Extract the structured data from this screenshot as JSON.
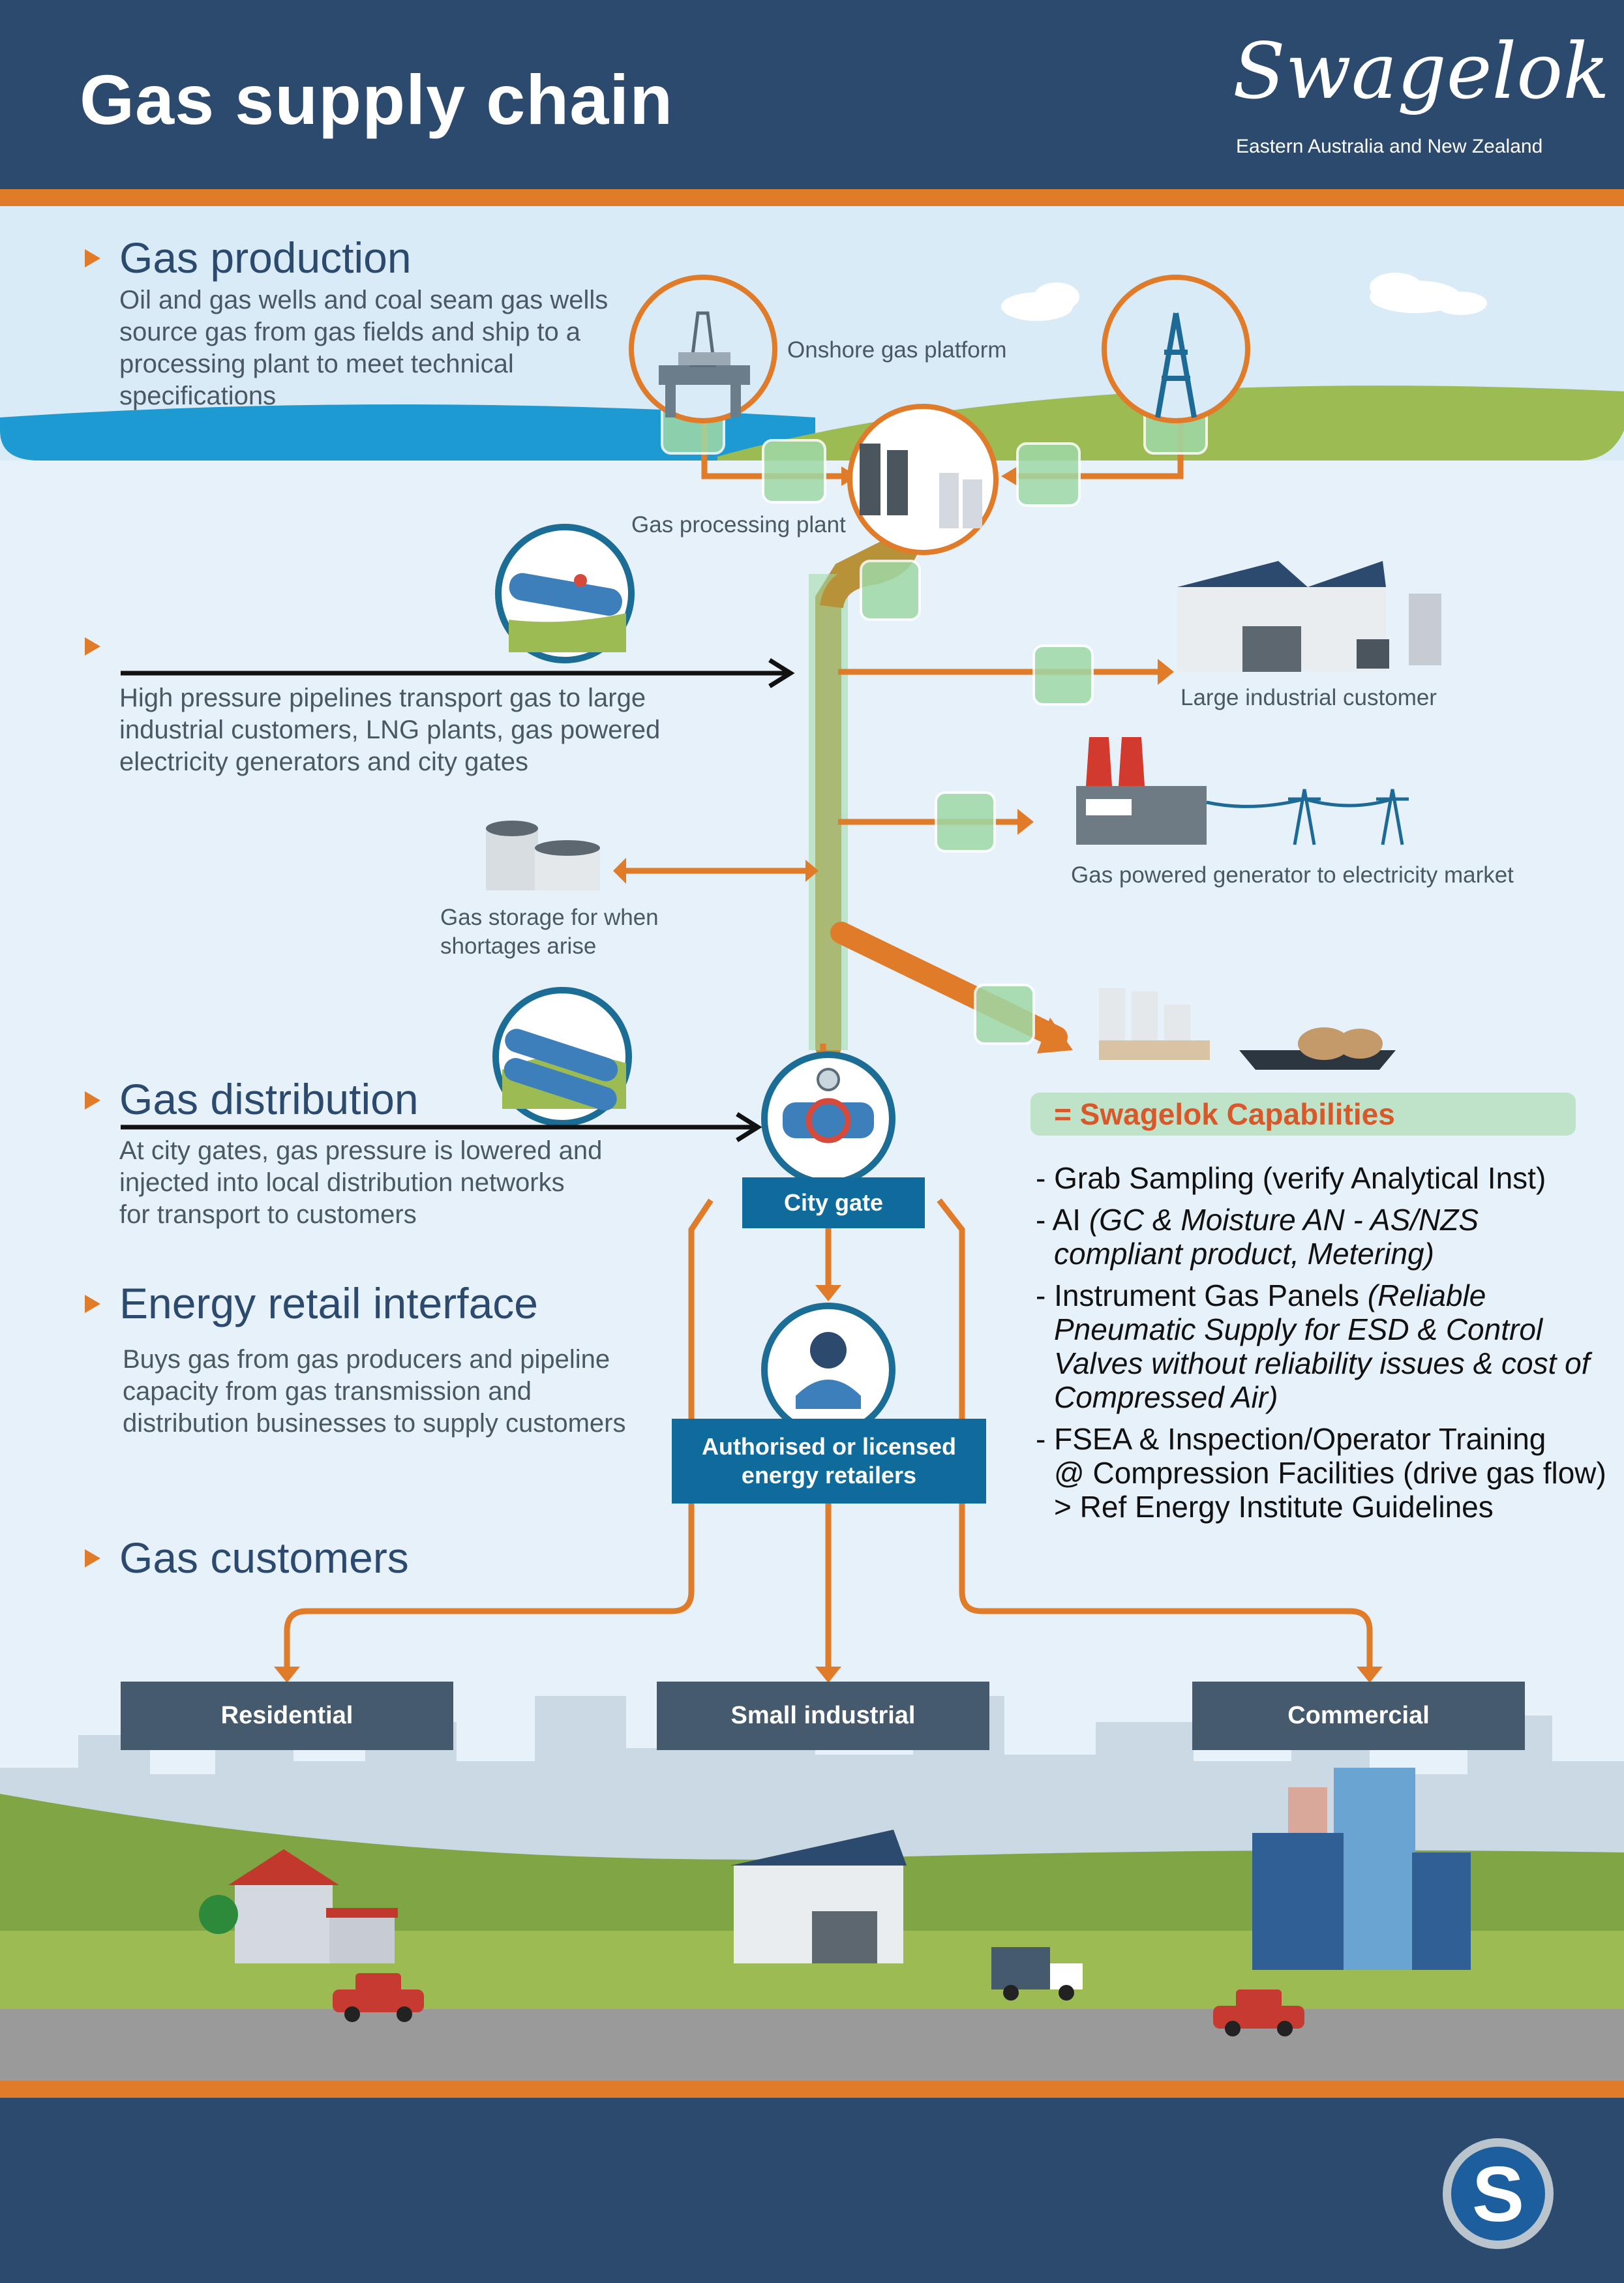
{
  "header": {
    "title": "Gas supply chain",
    "logo_text": "Swagelok",
    "logo_subtitle": "Eastern Australia and New Zealand"
  },
  "production": {
    "heading": "Gas production",
    "desc_lines": [
      "Oil and gas wells and coal seam gas wells",
      "source gas from gas fields and ship to a",
      "processing plant to meet technical",
      "specifications"
    ],
    "onshore_label": "Onshore gas platform",
    "processing_label": "Gas processing plant"
  },
  "transmission": {
    "desc_lines": [
      "High pressure pipelines transport gas to large",
      "industrial customers, LNG plants, gas powered",
      "electricity generators and city gates"
    ]
  },
  "destinations": {
    "large_industrial": "Large industrial customer",
    "generator": "Gas powered generator to electricity market",
    "storage_lines": [
      "Gas storage for when",
      "shortages arise"
    ]
  },
  "distribution": {
    "heading": "Gas distribution",
    "desc_lines": [
      "At city gates, gas pressure is lowered and",
      "injected into local distribution networks",
      "for transport to customers"
    ],
    "city_gate": "City gate"
  },
  "retail": {
    "heading": "Energy retail interface",
    "desc_lines": [
      "Buys gas from gas producers and pipeline",
      "capacity from gas transmission and",
      "distribution businesses to supply customers"
    ],
    "box_lines": [
      "Authorised or licensed",
      "energy retailers"
    ]
  },
  "customers": {
    "heading": "Gas customers",
    "residential": "Residential",
    "small_industrial": "Small industrial",
    "commercial": "Commercial"
  },
  "capabilities": {
    "title": "= Swagelok Capabilities",
    "items": [
      {
        "line1": "- Grab Sampling (verify Analytical Inst)"
      },
      {
        "prefix": "- AI ",
        "italic1": "(GC & Moisture AN - AS/NZS",
        "italic2": "compliant product, Metering)"
      },
      {
        "prefix": "- Instrument Gas Panels ",
        "italic1": "(Reliable",
        "italic2": "Pneumatic Supply for ESD & Control",
        "italic3": "Valves without reliability issues & cost of",
        "italic4": "Compressed Air)"
      },
      {
        "line1": "- FSEA & Inspection/Operator Training",
        "line2": "@ Compression Facilities (drive gas flow)",
        "line3": "> Ref Energy Institute Guidelines"
      }
    ]
  },
  "colors": {
    "navy": "#2b4a6e",
    "orange": "#e07b2a",
    "teal": "#0e6b9c",
    "slate": "#455a6d",
    "capability_green": "#bfe3c9",
    "capability_red": "#d8582a"
  }
}
